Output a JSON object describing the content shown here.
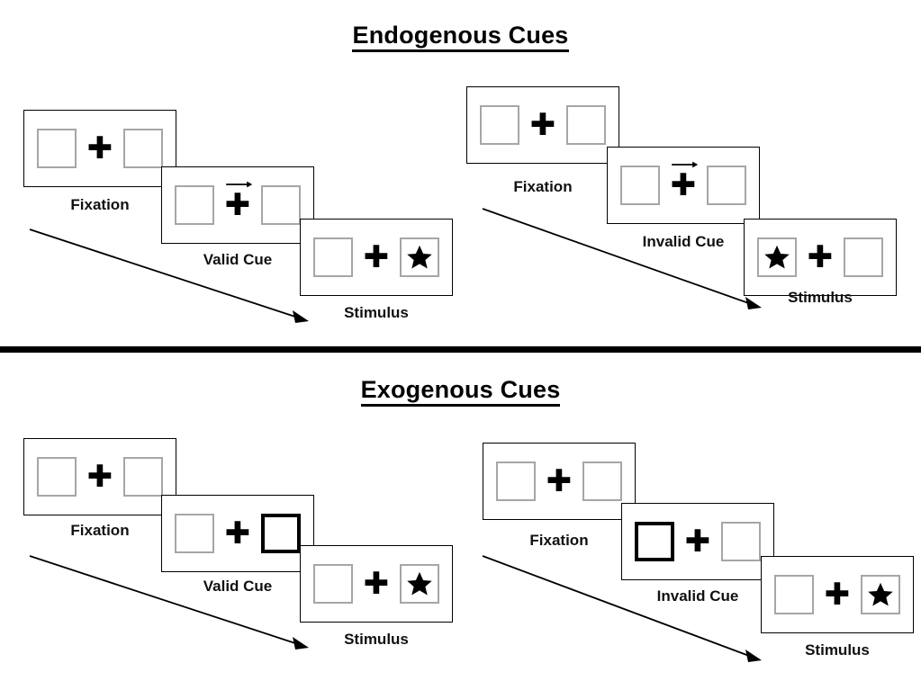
{
  "sections": [
    {
      "title": "Endogenous Cues",
      "cue_type": "arrow",
      "panels": [
        {
          "condition": "valid",
          "steps": [
            {
              "label": "Fixation",
              "left_box": "empty",
              "right_box": "empty",
              "cue": "none"
            },
            {
              "label": "Valid Cue",
              "left_box": "empty",
              "right_box": "empty",
              "cue": "arrow-right"
            },
            {
              "label": "Stimulus",
              "left_box": "empty",
              "right_box": "star",
              "cue": "none"
            }
          ]
        },
        {
          "condition": "invalid",
          "steps": [
            {
              "label": "Fixation",
              "left_box": "empty",
              "right_box": "empty",
              "cue": "none"
            },
            {
              "label": "Invalid Cue",
              "left_box": "empty",
              "right_box": "empty",
              "cue": "arrow-right"
            },
            {
              "label": "Stimulus",
              "left_box": "star",
              "right_box": "empty",
              "cue": "none"
            }
          ]
        }
      ]
    },
    {
      "title": "Exogenous Cues",
      "cue_type": "box-highlight",
      "panels": [
        {
          "condition": "valid",
          "steps": [
            {
              "label": "Fixation",
              "left_box": "empty",
              "right_box": "empty",
              "cue": "none"
            },
            {
              "label": "Valid Cue",
              "left_box": "empty",
              "right_box": "cued",
              "cue": "none"
            },
            {
              "label": "Stimulus",
              "left_box": "empty",
              "right_box": "star",
              "cue": "none"
            }
          ]
        },
        {
          "condition": "invalid",
          "steps": [
            {
              "label": "Fixation",
              "left_box": "empty",
              "right_box": "empty",
              "cue": "none"
            },
            {
              "label": "Invalid Cue",
              "left_box": "cued",
              "right_box": "empty",
              "cue": "none"
            },
            {
              "label": "Stimulus",
              "left_box": "empty",
              "right_box": "star",
              "cue": "none"
            }
          ]
        }
      ]
    }
  ],
  "colors": {
    "ink": "#000000",
    "box_border": "#a6a6a6",
    "cued_border": "#000000",
    "background": "#ffffff"
  },
  "icons": {
    "cross": "✚",
    "star": "★",
    "arrow": "→",
    "time_arrow": "diagonal-arrow"
  }
}
